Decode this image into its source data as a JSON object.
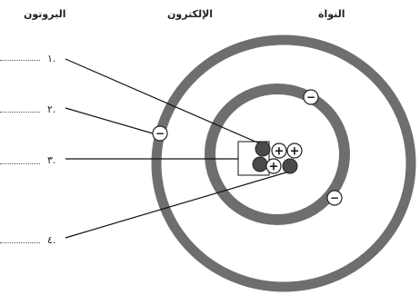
{
  "headers": {
    "proton": "البروتون",
    "electron": "الإلكترون",
    "nucleus": "النواة"
  },
  "items": [
    {
      "label": ".١"
    },
    {
      "label": ".٢"
    },
    {
      "label": ".٣"
    },
    {
      "label": ".٤"
    }
  ],
  "symbols": {
    "electron": "−",
    "proton": "+"
  },
  "colors": {
    "orbit": "#6e6e6e",
    "particle_dark": "#4a4a4a",
    "particle_light": "#ffffff",
    "line": "#111111"
  }
}
